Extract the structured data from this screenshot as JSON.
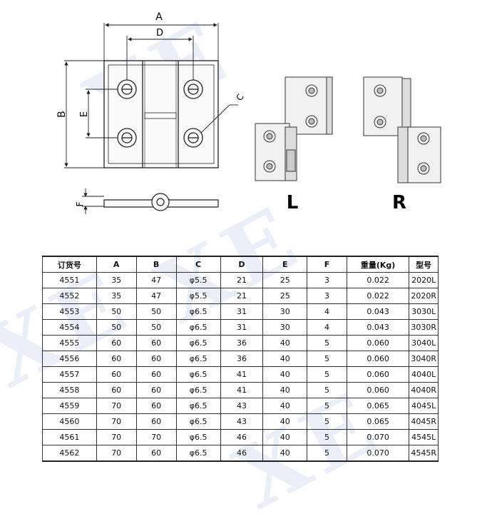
{
  "drawing": {
    "dim_a": "A",
    "dim_b": "B",
    "dim_c": "C",
    "dim_d": "D",
    "dim_e": "E",
    "dim_f": "F",
    "left_label": "L",
    "right_label": "R"
  },
  "watermark": "XE",
  "table": {
    "headers": [
      "订货号",
      "A",
      "B",
      "C",
      "D",
      "E",
      "F",
      "重量(Kg)",
      "型号"
    ],
    "rows": [
      [
        "4551",
        "35",
        "47",
        "φ5.5",
        "21",
        "25",
        "3",
        "0.022",
        "2020L"
      ],
      [
        "4552",
        "35",
        "47",
        "φ5.5",
        "21",
        "25",
        "3",
        "0.022",
        "2020R"
      ],
      [
        "4553",
        "50",
        "50",
        "φ6.5",
        "31",
        "30",
        "4",
        "0.043",
        "3030L"
      ],
      [
        "4554",
        "50",
        "50",
        "φ6.5",
        "31",
        "30",
        "4",
        "0.043",
        "3030R"
      ],
      [
        "4555",
        "60",
        "60",
        "φ6.5",
        "36",
        "40",
        "5",
        "0.060",
        "3040L"
      ],
      [
        "4556",
        "60",
        "60",
        "φ6.5",
        "36",
        "40",
        "5",
        "0.060",
        "3040R"
      ],
      [
        "4557",
        "60",
        "60",
        "φ6.5",
        "41",
        "40",
        "5",
        "0.060",
        "4040L"
      ],
      [
        "4558",
        "60",
        "60",
        "φ6.5",
        "41",
        "40",
        "5",
        "0.060",
        "4040R"
      ],
      [
        "4559",
        "70",
        "60",
        "φ6.5",
        "43",
        "40",
        "5",
        "0.065",
        "4045L"
      ],
      [
        "4560",
        "70",
        "60",
        "φ6.5",
        "43",
        "40",
        "5",
        "0.065",
        "4045R"
      ],
      [
        "4561",
        "70",
        "70",
        "φ6.5",
        "46",
        "40",
        "5",
        "0.070",
        "4545L"
      ],
      [
        "4562",
        "70",
        "60",
        "φ6.5",
        "46",
        "40",
        "5",
        "0.070",
        "4545R"
      ]
    ]
  }
}
